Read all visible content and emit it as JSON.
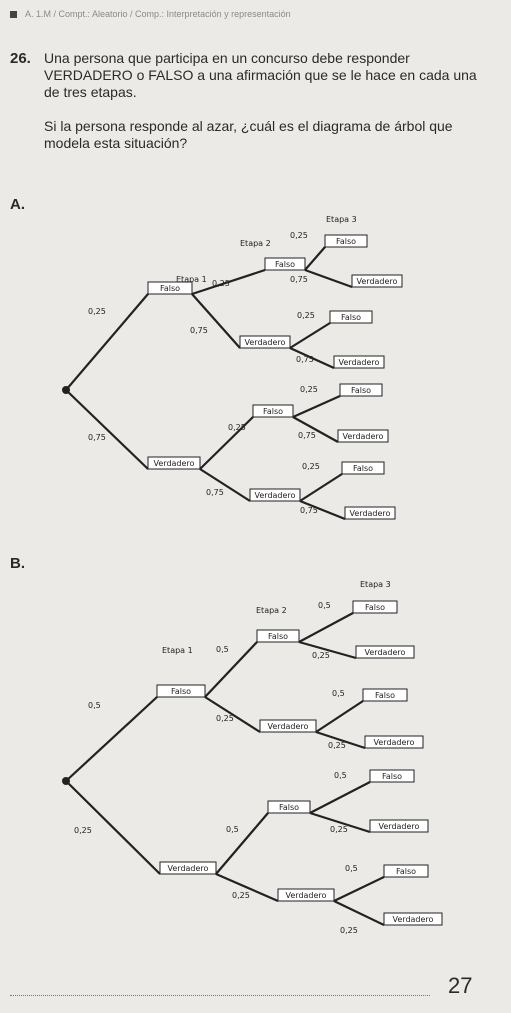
{
  "header": {
    "text": "A. 1.M / Compt.: Aleatorio / Comp.: Interpretación y representación"
  },
  "question": {
    "number": "26.",
    "paragraph1": "Una persona que participa en un concurso debe responder VERDADERO o FALSO a una afirmación que se le hace en cada una de tres etapas.",
    "paragraph2": "Si la persona responde al azar, ¿cuál es el diagrama de árbol que modela esta situación?"
  },
  "options": [
    {
      "label": "A.",
      "etapa1": "Etapa 1",
      "etapa2": "Etapa 2",
      "etapa3": "Etapa 3",
      "l1": {
        "top_prob": "0,25",
        "top_node": "Falso",
        "bottom_prob": "0,75",
        "bottom_node": "Verdadero"
      },
      "l2": [
        {
          "top_prob": "0,25",
          "top_node": "Falso",
          "bottom_prob": "0,75",
          "bottom_node": "Verdadero"
        },
        {
          "top_prob": "0,25",
          "top_node": "Falso",
          "bottom_prob": "0,75",
          "bottom_node": "Verdadero"
        }
      ],
      "l3": [
        {
          "top_prob": "0,25",
          "top_node": "Falso",
          "bottom_prob": "0,75",
          "bottom_node": "Verdadero"
        },
        {
          "top_prob": "0,25",
          "top_node": "Falso",
          "bottom_prob": "0,75",
          "bottom_node": "Verdadero"
        },
        {
          "top_prob": "0,25",
          "top_node": "Falso",
          "bottom_prob": "0,75",
          "bottom_node": "Verdadero"
        },
        {
          "top_prob": "0,25",
          "top_node": "Falso",
          "bottom_prob": "0,75",
          "bottom_node": "Verdadero"
        }
      ]
    },
    {
      "label": "B.",
      "etapa1": "Etapa 1",
      "etapa2": "Etapa 2",
      "etapa3": "Etapa 3",
      "l1": {
        "top_prob": "0,5",
        "top_node": "Falso",
        "bottom_prob": "0,25",
        "bottom_node": "Verdadero"
      },
      "l2": [
        {
          "top_prob": "0,5",
          "top_node": "Falso",
          "bottom_prob": "0,25",
          "bottom_node": "Verdadero"
        },
        {
          "top_prob": "0,5",
          "top_node": "Falso",
          "bottom_prob": "0,25",
          "bottom_node": "Verdadero"
        }
      ],
      "l3": [
        {
          "top_prob": "0,5",
          "top_node": "Falso",
          "bottom_prob": "0,25",
          "bottom_node": "Verdadero"
        },
        {
          "top_prob": "0,5",
          "top_node": "Falso",
          "bottom_prob": "0,25",
          "bottom_node": "Verdadero"
        },
        {
          "top_prob": "0,5",
          "top_node": "Falso",
          "bottom_prob": "0,25",
          "bottom_node": "Verdadero"
        },
        {
          "top_prob": "0,5",
          "top_node": "Falso",
          "bottom_prob": "0,25",
          "bottom_node": "Verdadero"
        }
      ]
    }
  ],
  "page_number": "27"
}
